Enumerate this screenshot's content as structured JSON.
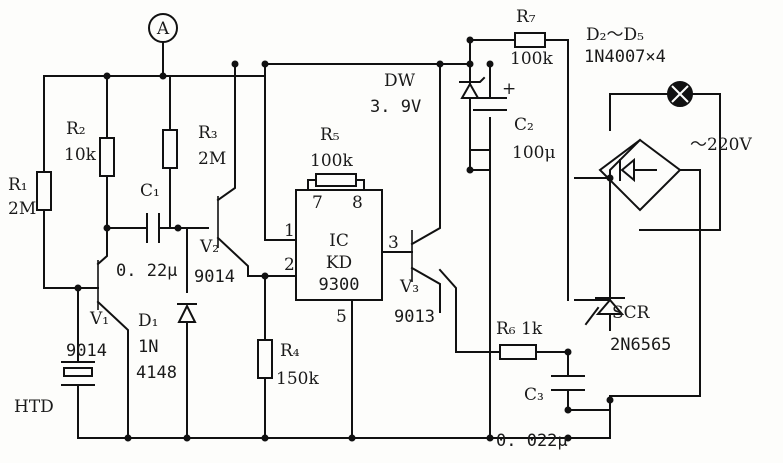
{
  "labels": {
    "test_point": "A",
    "r1": "R₁",
    "r1_val": "2M",
    "r2": "R₂",
    "r2_val": "10k",
    "r3": "R₃",
    "r3_val": "2M",
    "r4": "R₄",
    "r4_val": "150k",
    "r5": "R₅",
    "r5_val": "100k",
    "r6": "R₆ 1k",
    "r7": "R₇",
    "r7_val": "100k",
    "c1": "C₁",
    "c1_val": "0. 22μ",
    "c2": "C₂",
    "c2_val": "100μ",
    "c2_plus": "+",
    "c3": "C₃",
    "c3_val": "0. 022μ",
    "v1": "V₁",
    "v1_type": "9014",
    "v2": "V₂",
    "v2_type": "9014",
    "v3": "V₃",
    "v3_type": "9013",
    "d1": "D₁",
    "d1_type_a": "1N",
    "d1_type_b": "4148",
    "dw": "DW",
    "dw_val": "3. 9V",
    "ic_a": "IC",
    "ic_b": "KD",
    "ic_c": "9300",
    "pin1": "1",
    "pin2": "2",
    "pin3": "3",
    "pin5": "5",
    "pin7": "7",
    "pin8": "8",
    "htd": "HTD",
    "scr": "SCR",
    "scr_type": "2N6565",
    "d2d5": "D₂～D₅",
    "d2d5_type": "1N4007×4",
    "mains": "～220V"
  },
  "colors": {
    "ink": "#111111",
    "paper": "#fdfdfb"
  }
}
